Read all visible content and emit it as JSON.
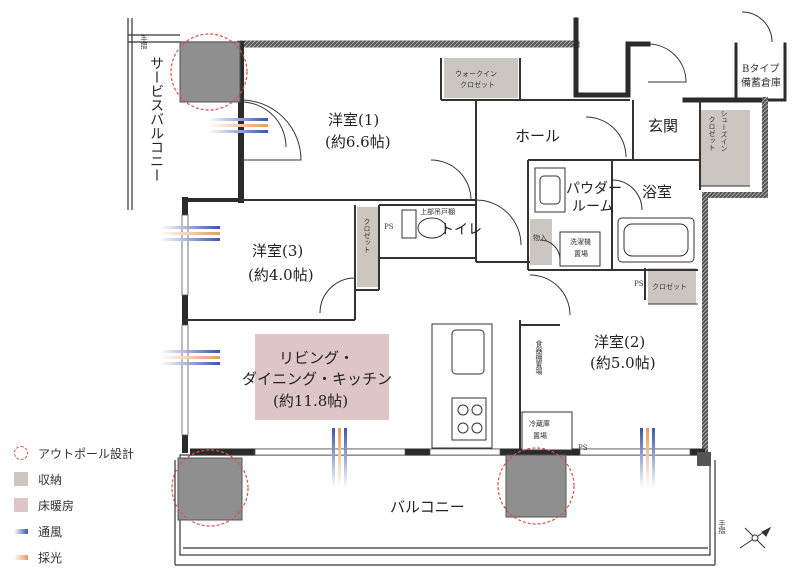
{
  "rooms": {
    "western1": {
      "name": "洋室(1)",
      "size": "(約6.6帖)"
    },
    "western2": {
      "name": "洋室(2)",
      "size": "(約5.0帖)"
    },
    "western3": {
      "name": "洋室(3)",
      "size": "(約4.0帖)"
    },
    "ldk": {
      "line1": "リビング・",
      "line2": "ダイニング・キッチン",
      "size": "(約11.8帖)"
    },
    "hall": "ホール",
    "entrance": "玄関",
    "powder_line1": "パウダー",
    "powder_line2": "ルーム",
    "bath": "浴室",
    "toilet": "トイレ",
    "balcony": "バルコニー",
    "service_balcony": "サービスバルコニー",
    "b_storage_line1": "Bタイプ",
    "b_storage_line2": "備蓄倉庫"
  },
  "fixtures": {
    "walkin_closet_line1": "ウォークイン",
    "walkin_closet_line2": "クロゼット",
    "shoes_in_closet": "シューズイン",
    "shoes_in_closet2": "クロゼット",
    "closet": "クロゼット",
    "closet_w3": "クロゼット",
    "storage": "物入",
    "washer_line1": "洗濯機",
    "washer_line2": "置場",
    "fridge_line1": "冷蔵庫",
    "fridge_line2": "置場",
    "dish_shelf": "食器棚置場",
    "upper_shelf": "上部吊戸棚",
    "ps": "PS",
    "handrail": "手摺"
  },
  "legend": [
    {
      "label": "アウトポール設計",
      "swatch": "outpole"
    },
    {
      "label": "収納",
      "swatch": "storage"
    },
    {
      "label": "床暖房",
      "swatch": "floor"
    },
    {
      "label": "通風",
      "swatch": "wind"
    },
    {
      "label": "採光",
      "swatch": "light"
    }
  ],
  "colors": {
    "wall": "#2b2b2b",
    "storage": "#cbc6c0",
    "floor_heating": "#dec6c8",
    "column": "#8f8f8f",
    "outpole": "#d9504f",
    "wind": "#3a57a8",
    "light": "#e89a62"
  }
}
